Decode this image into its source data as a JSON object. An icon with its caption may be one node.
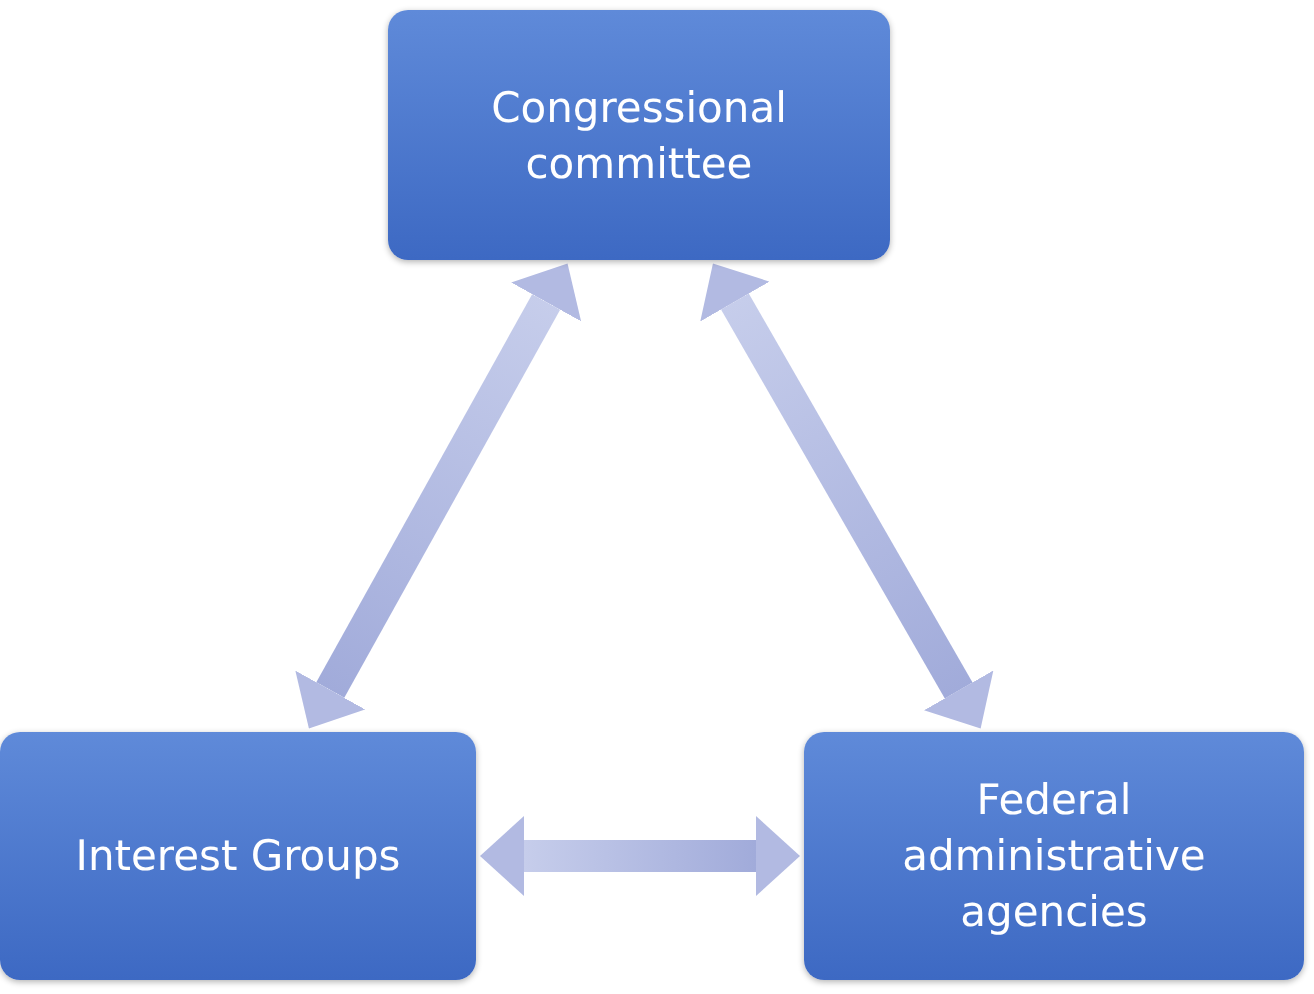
{
  "diagram": {
    "nodes": [
      {
        "text": [
          "Congressional committee"
        ]
      },
      {
        "text": [
          "Interest Groups"
        ]
      },
      {
        "text": [
          "Federal administrative agencies"
        ]
      }
    ],
    "edges": [
      {
        "from": 0,
        "to": 1,
        "arrow": "both"
      },
      {
        "from": 0,
        "to": 2,
        "arrow": "both"
      },
      {
        "from": 1,
        "to": 2,
        "arrow": "both"
      }
    ]
  }
}
